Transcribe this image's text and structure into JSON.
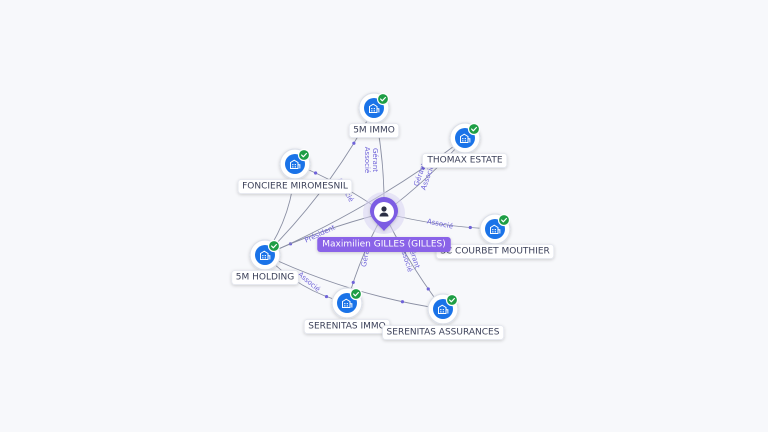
{
  "graph": {
    "center": {
      "id": "person",
      "label": "Maximilien GILLES (GILLES)",
      "icon": "person-icon",
      "color": "#7b5be3",
      "label_bg": "#8a63e8"
    },
    "nodes": [
      {
        "id": "5m-immo",
        "label": "5M IMMO",
        "icon": "building-icon",
        "verified": true
      },
      {
        "id": "thomax-estate",
        "label": "THOMAX ESTATE",
        "icon": "building-icon",
        "verified": true
      },
      {
        "id": "fonciere-miromesnil",
        "label": "FONCIERE MIROMESNIL",
        "icon": "building-icon",
        "verified": true
      },
      {
        "id": "sc-courbet-mouthier",
        "label": "SC COURBET MOUTHIER",
        "icon": "building-icon",
        "verified": true
      },
      {
        "id": "5m-holding",
        "label": "5M HOLDING",
        "icon": "building-icon",
        "verified": true
      },
      {
        "id": "serenitas-immo",
        "label": "SERENITAS IMMO",
        "icon": "building-icon",
        "verified": true
      },
      {
        "id": "serenitas-assurances",
        "label": "SERENITAS ASSURANCES",
        "icon": "building-icon",
        "verified": true
      }
    ],
    "edges": [
      {
        "from": "person",
        "to": "5m-immo",
        "labels": [
          "Gérant",
          "Associé"
        ]
      },
      {
        "from": "person",
        "to": "thomax-estate",
        "labels": [
          "Gérant",
          "Associé"
        ]
      },
      {
        "from": "person",
        "to": "fonciere-miromesnil",
        "labels": [
          "Associé"
        ]
      },
      {
        "from": "person",
        "to": "sc-courbet-mouthier",
        "labels": [
          "Associé"
        ]
      },
      {
        "from": "person",
        "to": "5m-holding",
        "labels": [
          "Président"
        ]
      },
      {
        "from": "person",
        "to": "serenitas-immo",
        "labels": [
          "Gérant"
        ]
      },
      {
        "from": "person",
        "to": "serenitas-assurances",
        "labels": [
          "Gérant",
          "Associé"
        ]
      },
      {
        "from": "5m-holding",
        "to": "5m-immo",
        "labels": []
      },
      {
        "from": "5m-holding",
        "to": "fonciere-miromesnil",
        "labels": []
      },
      {
        "from": "5m-holding",
        "to": "thomax-estate",
        "labels": []
      },
      {
        "from": "5m-holding",
        "to": "serenitas-immo",
        "labels": [
          "Associé"
        ]
      },
      {
        "from": "5m-holding",
        "to": "serenitas-assurances",
        "labels": []
      }
    ],
    "colors": {
      "company_fill": "#1a73e8",
      "verified_badge": "#1e9e45",
      "edge": "#8a8fa3",
      "edge_label": "#6f63d9",
      "node_label_text": "#3a3f58"
    }
  }
}
